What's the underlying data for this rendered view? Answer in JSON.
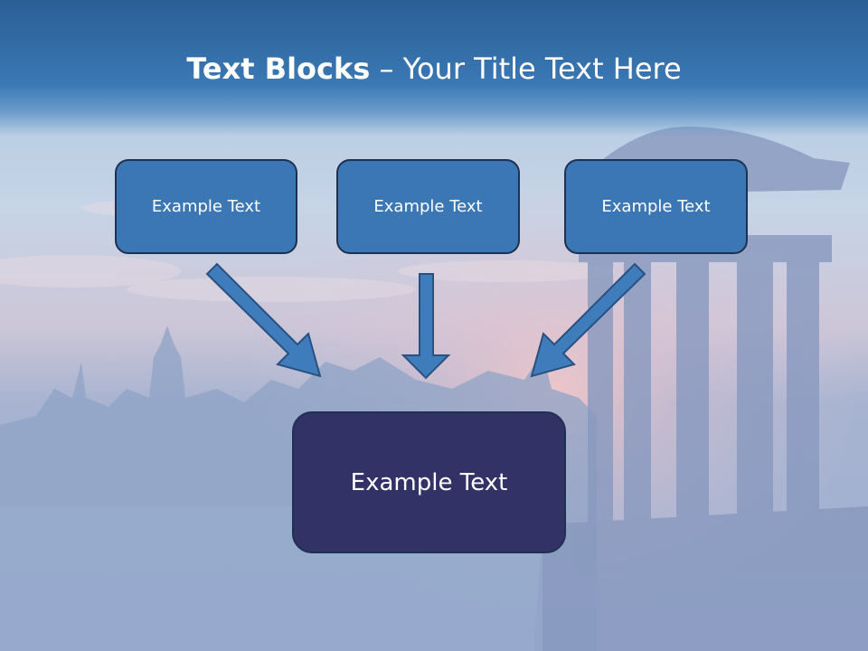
{
  "slide": {
    "title_bold": "Text Blocks",
    "title_rest": " – Your Title Text Here"
  },
  "blocks": [
    {
      "label": "Example Text"
    },
    {
      "label": "Example Text"
    },
    {
      "label": "Example Text"
    }
  ],
  "target": {
    "label": "Example Text"
  },
  "colors": {
    "title_band": "#3a78b4",
    "small_box_fill": "#3b77b5",
    "big_box_fill": "#333266",
    "box_border": "#1f3150",
    "arrow_fill": "#3e7cbc"
  },
  "icons": [
    "arrow-down-right-icon",
    "arrow-down-icon",
    "arrow-down-left-icon"
  ]
}
